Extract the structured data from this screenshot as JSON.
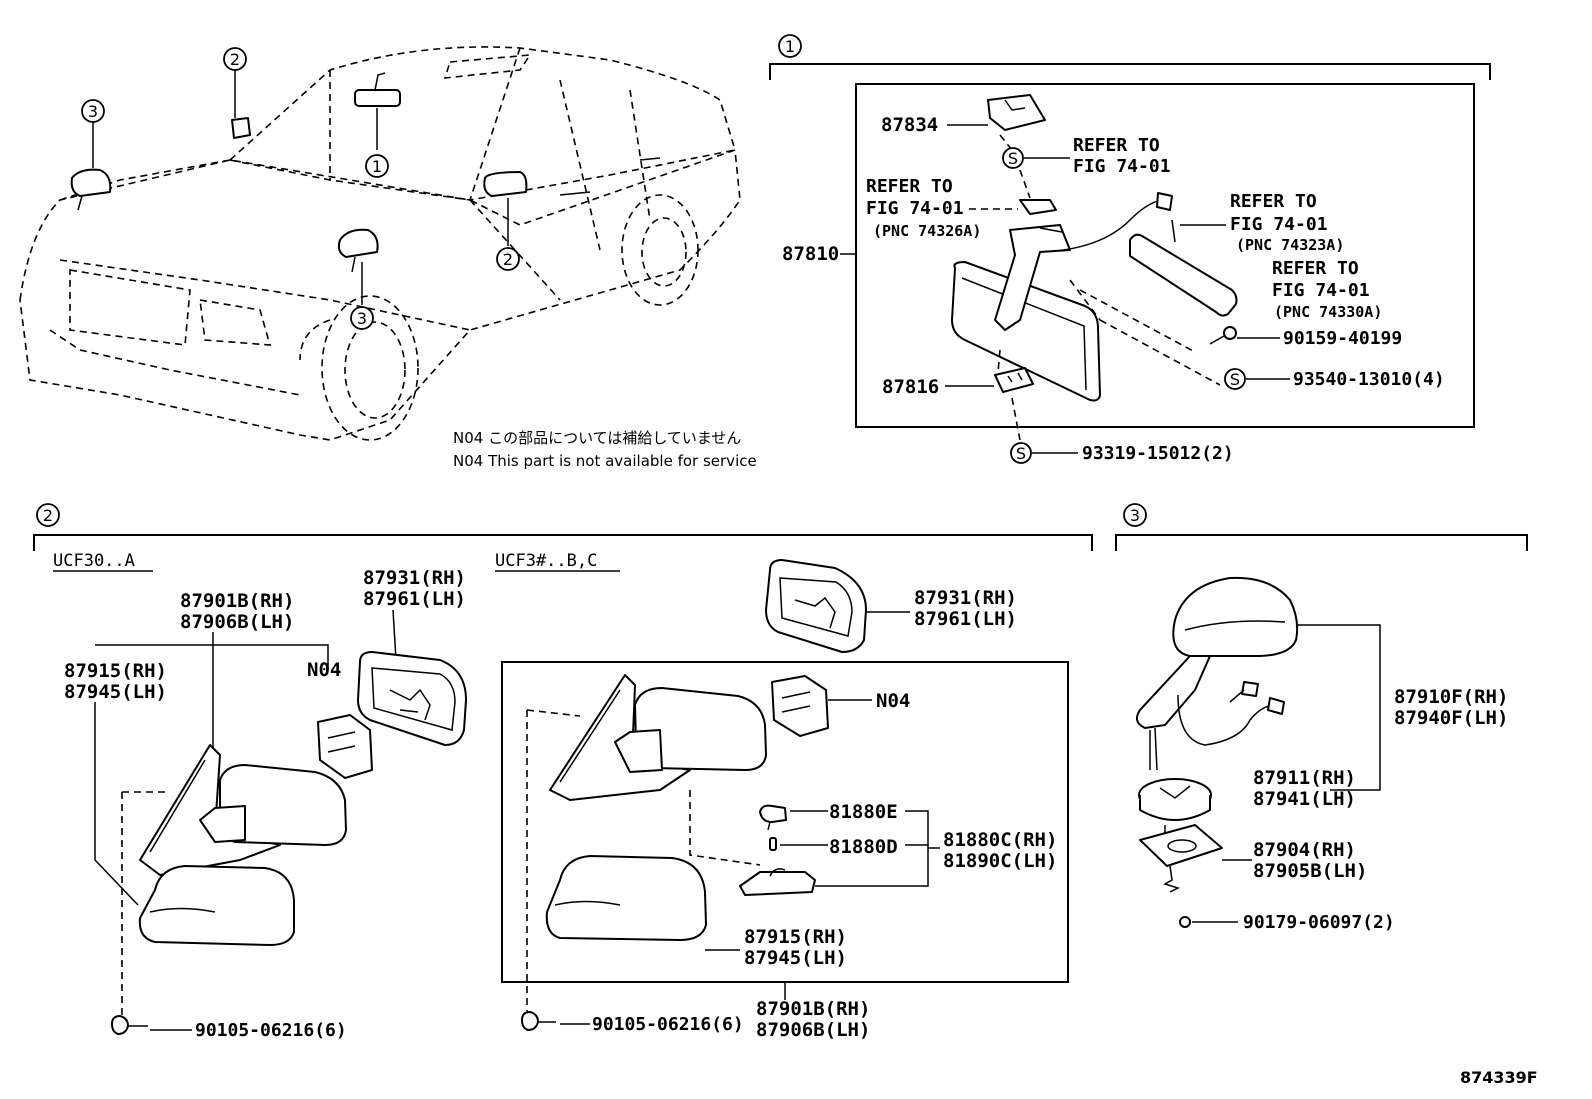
{
  "callouts": {
    "one": "1",
    "two": "2",
    "three": "3",
    "s": "S"
  },
  "sections": {
    "one_label": "1",
    "two_label": "2",
    "three_label": "3",
    "variant_a": "UCF30..A",
    "variant_bc": "UCF3#..B,C"
  },
  "notes": {
    "n04_ja": "N04 この部品については補給していません",
    "n04_en": "N04 This part is not available for service"
  },
  "parts_one": {
    "p87834": "87834",
    "p87810": "87810",
    "p87816": "87816",
    "ref1_a": "REFER TO",
    "ref1_b": "FIG 74-01",
    "ref2_a": "REFER TO",
    "ref2_b": "FIG 74-01",
    "ref2_c": "(PNC 74326A)",
    "ref3_a": "REFER TO",
    "ref3_b": "FIG 74-01",
    "ref3_c": "(PNC 74323A)",
    "ref4_a": "REFER TO",
    "ref4_b": "FIG 74-01",
    "ref4_c": "(PNC 74330A)",
    "p90159": "90159-40199",
    "p93540": "93540-13010(4)",
    "p93319": "93319-15012(2)"
  },
  "parts_two_a": {
    "p87901b": "87901B(RH)",
    "p87906b": "87906B(LH)",
    "p87915": "87915(RH)",
    "p87945": "87945(LH)",
    "n04": "N04",
    "p87931": "87931(RH)",
    "p87961": "87961(LH)",
    "p90105": "90105-06216(6)"
  },
  "parts_two_bc": {
    "p87931": "87931(RH)",
    "p87961": "87961(LH)",
    "n04": "N04",
    "p81880e": "81880E",
    "p81880d": "81880D",
    "p81880c": "81880C(RH)",
    "p81890c": "81890C(LH)",
    "p87915": "87915(RH)",
    "p87945": "87945(LH)",
    "p87901b": "87901B(RH)",
    "p87906b": "87906B(LH)",
    "p90105": "90105-06216(6)"
  },
  "parts_three": {
    "p87910f": "87910F(RH)",
    "p87940f": "87940F(LH)",
    "p87911": "87911(RH)",
    "p87941": "87941(LH)",
    "p87904": "87904(RH)",
    "p87905b": "87905B(LH)",
    "p90179": "90179-06097(2)"
  },
  "figure_code": "874339F"
}
